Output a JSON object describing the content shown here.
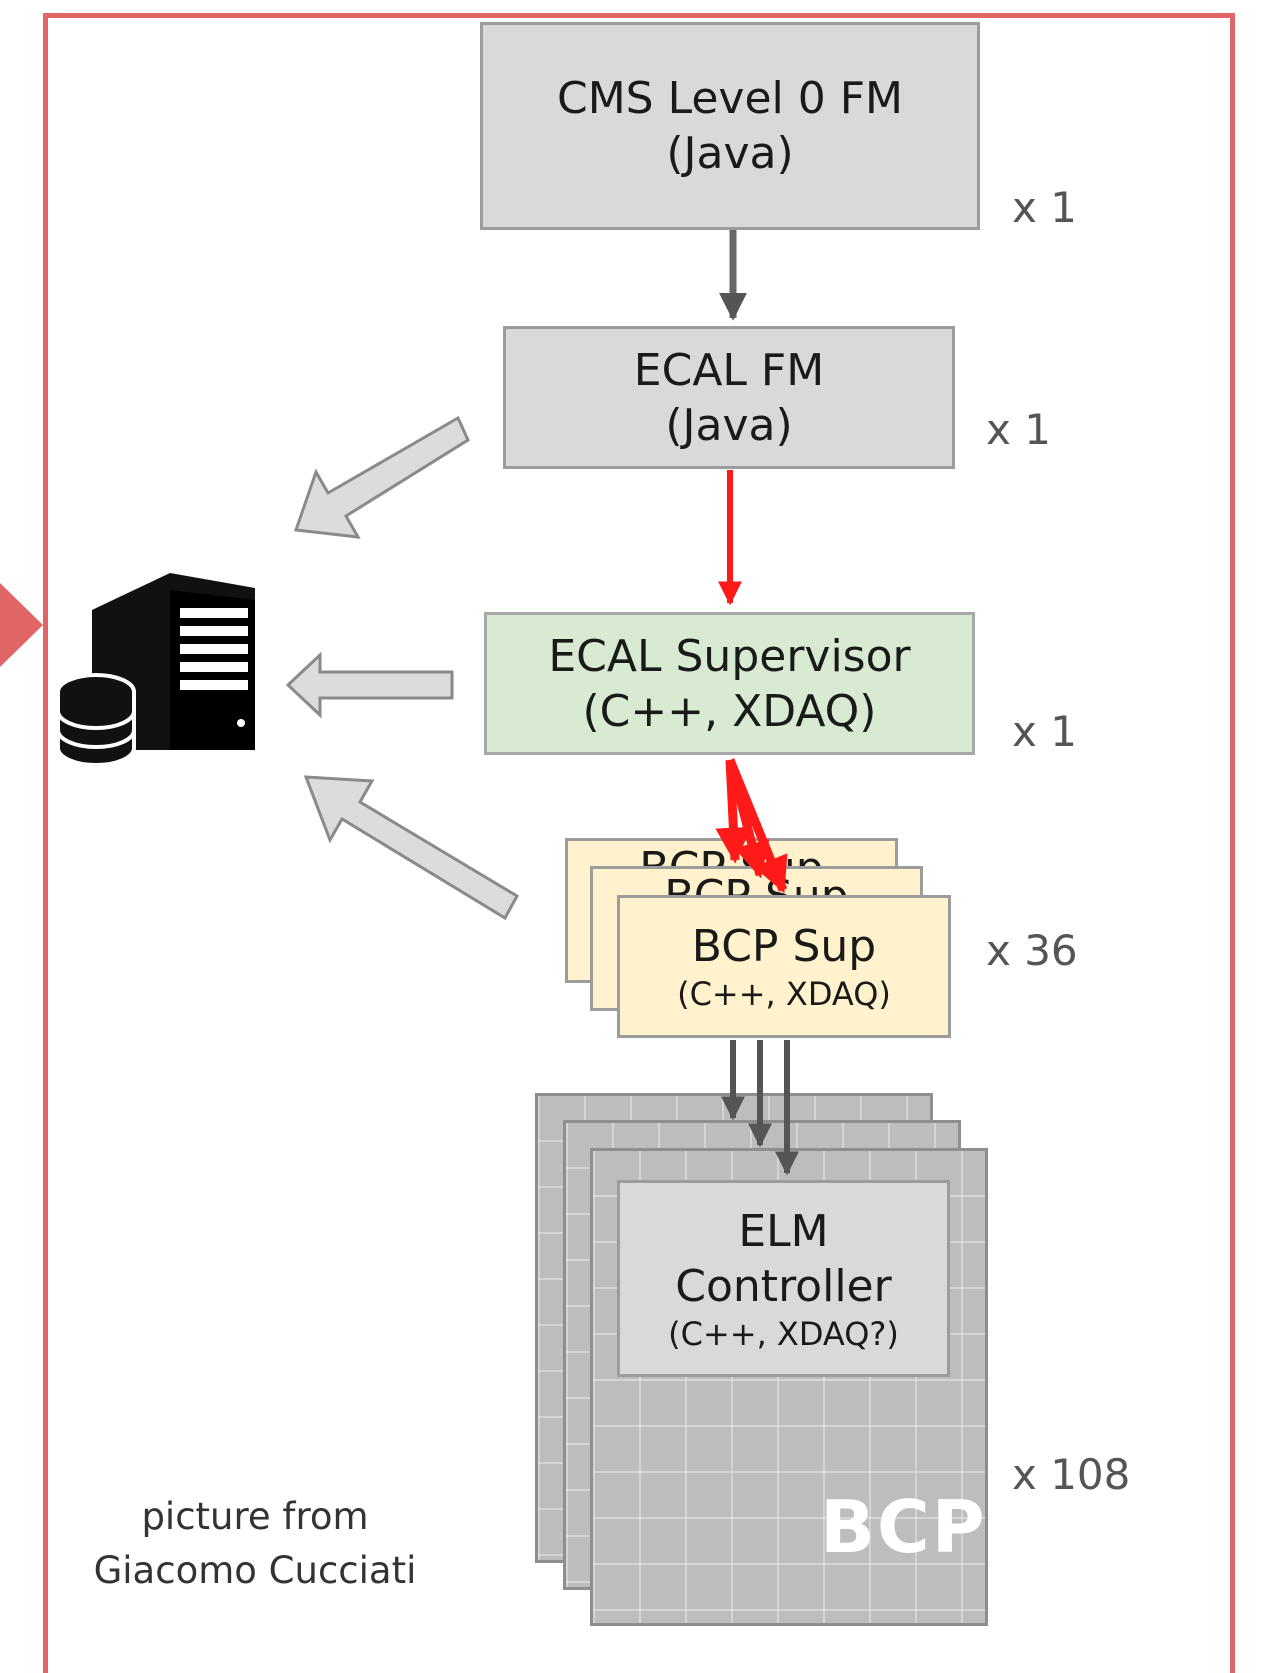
{
  "nodes": {
    "cms_fm": {
      "title": "CMS Level 0 FM",
      "subtitle": "(Java)",
      "multiplicity": "x 1"
    },
    "ecal_fm": {
      "title": "ECAL FM",
      "subtitle": "(Java)",
      "multiplicity": "x 1"
    },
    "ecal_supervisor": {
      "title": "ECAL Supervisor",
      "subtitle": "(C++, XDAQ)",
      "multiplicity": "x 1"
    },
    "bcp_sup": {
      "stack_label": "BCP Sup",
      "title": "BCP Sup",
      "subtitle": "(C++, XDAQ)",
      "multiplicity": "x 36"
    },
    "elm_controller": {
      "title_line1": "ELM",
      "title_line2": "Controller",
      "subtitle": "(C++, XDAQ?)",
      "multiplicity": "x 108"
    },
    "bcp_board": {
      "label": "BCP"
    }
  },
  "colors": {
    "frame": "#e06666",
    "red_arrow": "#ff1a1a",
    "dark_arrow": "#555555",
    "gray_arrow": "#d4d4d4"
  },
  "icons": {
    "database_server": "server-database-icon"
  },
  "credit": {
    "line1": "picture from",
    "line2": "Giacomo Cucciati"
  }
}
